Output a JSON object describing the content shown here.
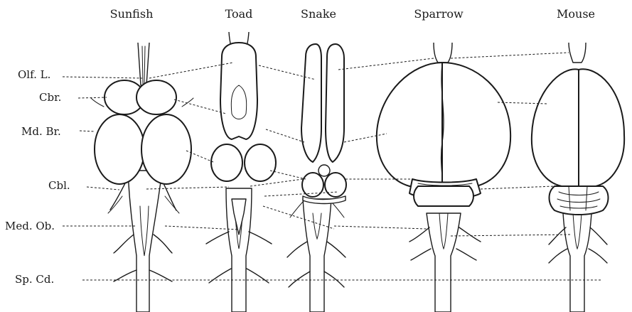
{
  "figure": {
    "animals": [
      "Sunfish",
      "Toad",
      "Snake",
      "Sparrow",
      "Mouse"
    ],
    "parts": [
      "Olf. L.",
      "Cbr.",
      "Md. Br.",
      "Cbl.",
      "Med. Ob.",
      "Sp. Cd."
    ]
  }
}
